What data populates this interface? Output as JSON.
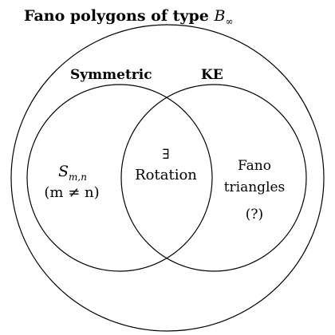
{
  "title": {
    "text": "Fano polygons of type ",
    "symbol": "B",
    "subscript": "∞"
  },
  "sets": {
    "symmetric": {
      "label": "Symmetric"
    },
    "ke": {
      "label": "KE"
    }
  },
  "regions": {
    "left_only": {
      "main": "S",
      "sub": "m,n",
      "condition": "(m ≠ n)"
    },
    "intersection": {
      "symbol": "∃",
      "label": "Rotation"
    },
    "right_only": {
      "line1": "Fano",
      "line2": "triangles",
      "line3": "(?)"
    }
  }
}
